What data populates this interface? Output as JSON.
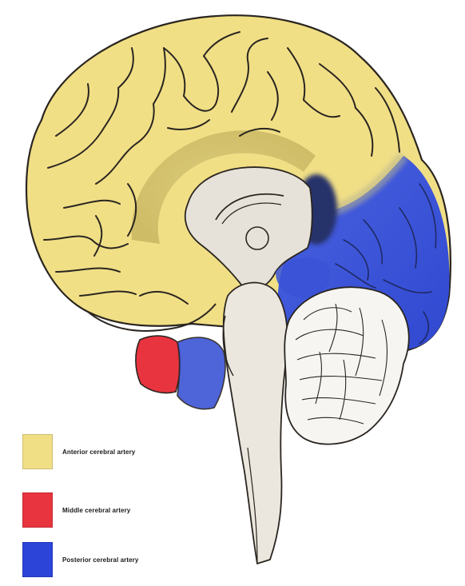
{
  "colors": {
    "anterior": "#f1df86",
    "middle": "#e8343f",
    "posterior": "#3f57d6",
    "outline": "#2a2520",
    "neutral_tissue": "#ebe7de",
    "cerebellum": "#f7f5f2",
    "dark_spot": "#26306b"
  },
  "legend": {
    "items": [
      {
        "label": "Anterior cerebral artery",
        "color": "#f1df86"
      },
      {
        "label": "Middle cerebral artery",
        "color": "#e8343f"
      },
      {
        "label": "Posterior cerebral artery",
        "color": "#2c44d8"
      }
    ]
  }
}
